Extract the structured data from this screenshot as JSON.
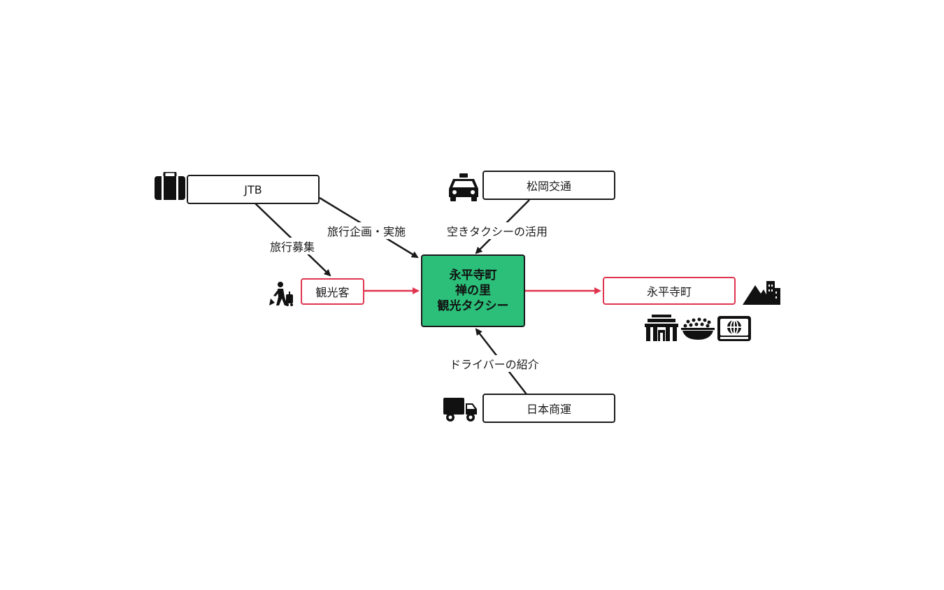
{
  "nodes": {
    "jtb": "JTB",
    "matsuoka": "松岡交通",
    "kankokyaku": "観光客",
    "center": [
      "永平寺町",
      "禅の里",
      "観光タクシー"
    ],
    "eiheiji": "永平寺町",
    "nihon_shoun": "日本商運"
  },
  "edges": {
    "ryoko_boshu": "旅行募集",
    "ryoko_kikaku": "旅行企画・実施",
    "aki_taxi": "空きタクシーの活用",
    "driver_shokai": "ドライバーの紹介"
  },
  "icons": {
    "jtb": "suitcase-icon",
    "matsuoka": "taxi-icon",
    "kankokyaku": "traveler-icon",
    "nihon_shoun": "truck-icon",
    "eiheiji": [
      "mountain-town-icon",
      "temple-gate-icon",
      "food-bowl-icon",
      "map-icon"
    ]
  },
  "colors": {
    "center_fill": "#2bbf79",
    "accent_red": "#e0344f",
    "ink": "#1a1a1a"
  }
}
